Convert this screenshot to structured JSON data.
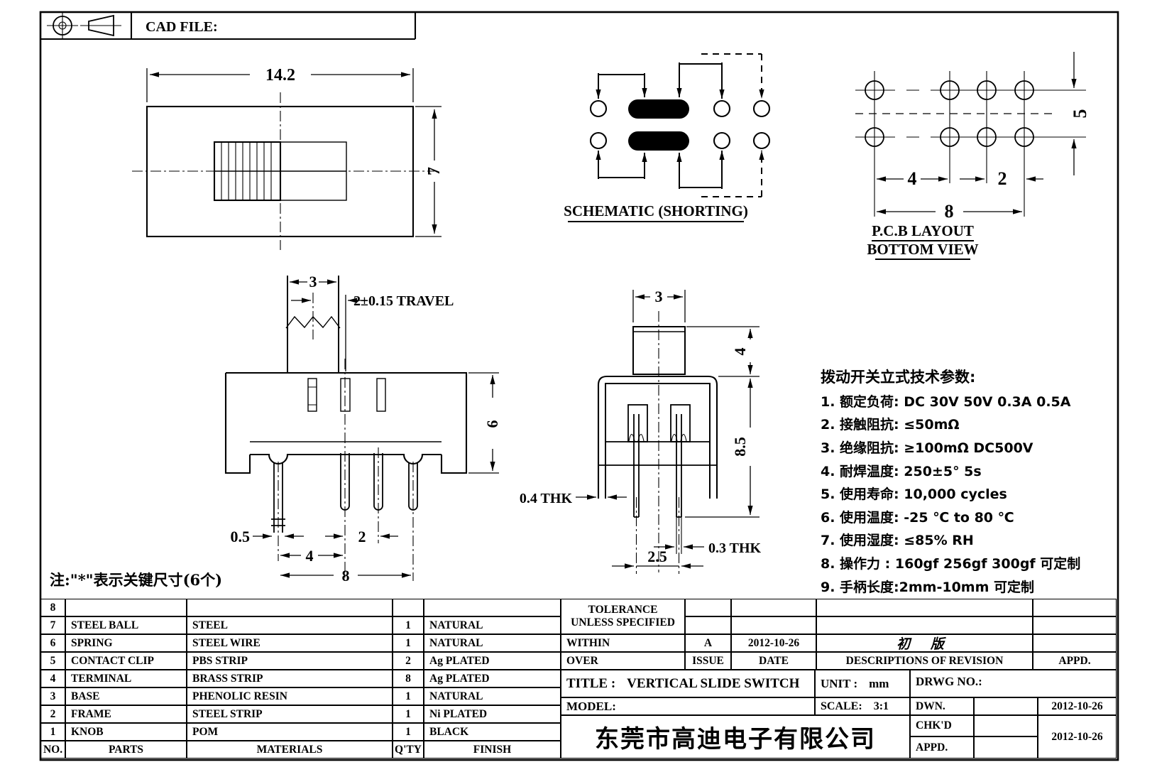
{
  "frame": {
    "cad_file_label": "CAD FILE:"
  },
  "top_view": {
    "dim_width": "14.2",
    "dim_height": "7"
  },
  "schematic": {
    "title": "SCHEMATIC (SHORTING)"
  },
  "pcb_layout": {
    "title_line1": "P.C.B LAYOUT",
    "title_line2": "BOTTOM VIEW",
    "dim_pitch1": "4",
    "dim_pitch2": "2",
    "dim_total": "8",
    "dim_row": "5"
  },
  "front_view": {
    "dim_knob": "3",
    "dim_travel": "2±0.15 TRAVEL",
    "dim_height": "6",
    "dim_pin_w": "0.5",
    "dim_pitch2": "2",
    "dim_pitch1": "4",
    "dim_total": "8"
  },
  "side_view": {
    "dim_knob": "3",
    "dim_knob_h": "4",
    "dim_body_h": "8.5",
    "thk_frame": "0.4 THK",
    "thk_pin": "0.3 THK",
    "dim_row_pitch": "2.5"
  },
  "specs": {
    "title": "拨动开关立式技术参数:",
    "items": [
      "1. 额定负荷: DC 30V   50V   0.3A   0.5A",
      "2. 接触阻抗: ≤50mΩ",
      "3. 绝缘阻抗: ≥100mΩ  DC500V",
      "4. 耐焊温度: 250±5°  5s",
      "5. 使用寿命: 10,000 cycles",
      "6. 使用温度: -25 ℃  to 80 ℃",
      "7. 使用湿度: ≤85% RH",
      "8. 操作力 : 160gf   256gf   300gf  可定制",
      "9. 手柄长度:2mm-10mm  可定制"
    ]
  },
  "note": "注:\"*\"表示关键尺寸(6个)",
  "parts_table": {
    "headers": {
      "no": "NO.",
      "parts": "PARTS",
      "materials": "MATERIALS",
      "qty": "Q'TY",
      "finish": "FINISH"
    },
    "rows": [
      {
        "no": "8",
        "part": "",
        "material": "",
        "qty": "",
        "finish": ""
      },
      {
        "no": "7",
        "part": "STEEL BALL",
        "material": "STEEL",
        "qty": "1",
        "finish": "NATURAL"
      },
      {
        "no": "6",
        "part": "SPRING",
        "material": "STEEL WIRE",
        "qty": "1",
        "finish": "NATURAL"
      },
      {
        "no": "5",
        "part": "CONTACT CLIP",
        "material": "PBS STRIP",
        "qty": "2",
        "finish": "Ag PLATED"
      },
      {
        "no": "4",
        "part": "TERMINAL",
        "material": "BRASS STRIP",
        "qty": "8",
        "finish": "Ag PLATED"
      },
      {
        "no": "3",
        "part": "BASE",
        "material": "PHENOLIC RESIN",
        "qty": "1",
        "finish": "NATURAL"
      },
      {
        "no": "2",
        "part": "FRAME",
        "material": "STEEL STRIP",
        "qty": "1",
        "finish": "Ni PLATED"
      },
      {
        "no": "1",
        "part": "KNOB",
        "material": "POM",
        "qty": "1",
        "finish": "BLACK"
      }
    ]
  },
  "revision": {
    "tolerance_line1": "TOLERANCE",
    "tolerance_line2": "UNLESS  SPECIFIED",
    "within_label": "WITHIN",
    "over_label": "OVER",
    "issue_value": "A",
    "date_value": "2012-10-26",
    "desc_value": "初 版",
    "issue_label": "ISSUE",
    "date_label": "DATE",
    "desc_label": "DESCRIPTIONS OF REVISION",
    "appd_label": "APPD."
  },
  "title_block": {
    "title_label": "TITLE :",
    "title_value": "VERTICAL SLIDE SWITCH",
    "unit_label": "UNIT :",
    "unit_value": "mm",
    "drwg_label": "DRWG NO.:",
    "model_label": "MODEL:",
    "scale_label": "SCALE:",
    "scale_value": "3:1",
    "company": "东莞市高迪电子有限公司",
    "dwn_label": "DWN.",
    "chkd_label": "CHK'D",
    "appd_label": "APPD.",
    "dwn_date": "2012-10-26",
    "approve_date": "2012-10-26"
  }
}
